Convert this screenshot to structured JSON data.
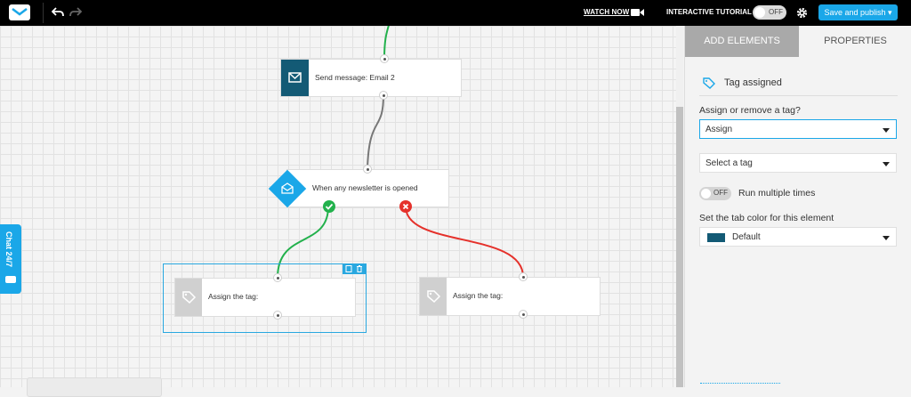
{
  "topbar": {
    "watch_now": "WATCH NOW",
    "interactive_tutorial": "INTERACTIVE TUTORIAL",
    "tutorial_toggle": "OFF",
    "save_publish": "Save and publish"
  },
  "canvas": {
    "nodes": {
      "send_message": "Send message: Email 2",
      "newsletter_opened": "When any newsletter is opened",
      "assign_tag_1": "Assign the tag:",
      "assign_tag_2": "Assign the tag:"
    },
    "chat_label": "Chat 24/7"
  },
  "panel": {
    "tabs": {
      "add_elements": "ADD ELEMENTS",
      "properties": "PROPERTIES"
    },
    "element_title": "Tag assigned",
    "assign_question": "Assign or remove a tag?",
    "assign_select": "Assign",
    "tag_select": "Select a tag",
    "multiple_toggle": "OFF",
    "multiple_label": "Run multiple times",
    "color_label": "Set the tab color for this element",
    "color_select": "Default",
    "color_value": "#135a75"
  },
  "colors": {
    "accent": "#1aa7e8",
    "success": "#22b14c",
    "error": "#e5312b",
    "node_dark": "#135a75"
  }
}
